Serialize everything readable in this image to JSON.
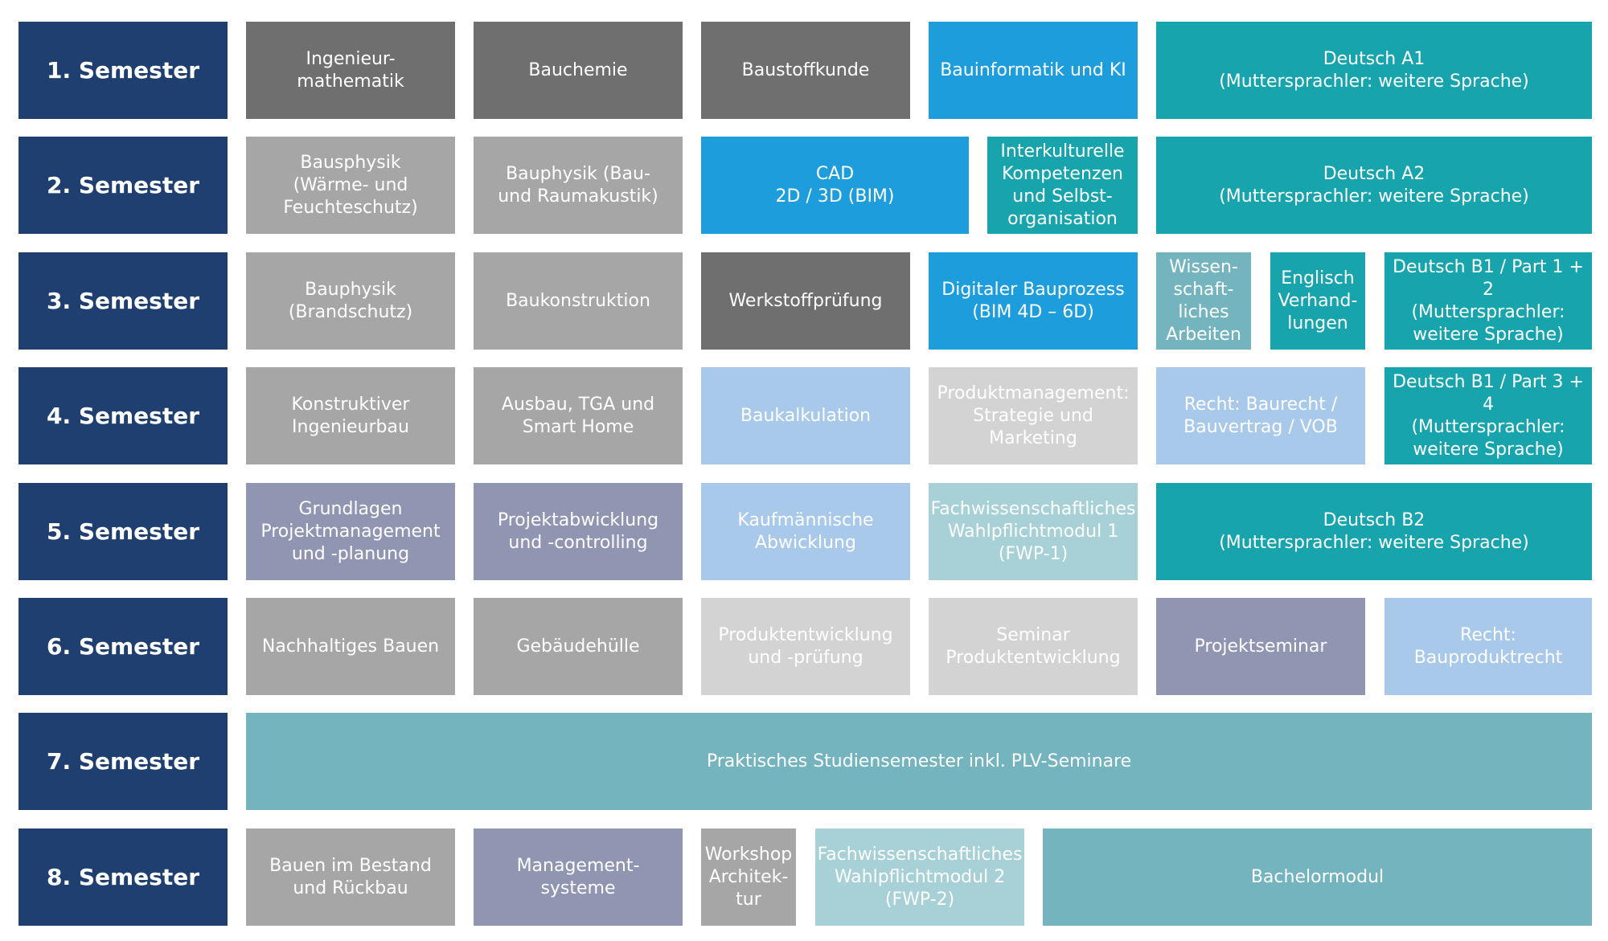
{
  "colors": {
    "semester": "#1e3f6f",
    "dark_gray": "#6f6f6f",
    "mid_gray": "#a6a6a6",
    "light_gray": "#d3d3d3",
    "blue": "#1d9ddc",
    "light_blue": "#a8c9ea",
    "teal": "#17a4ad",
    "pale_teal": "#a7d0d7",
    "grayish_teal": "#73b4be",
    "purple": "#9096b2",
    "soft_teal": "#6fb5bf"
  },
  "semesters": [
    "1. Semester",
    "2. Semester",
    "3. Semester",
    "4. Semester",
    "5. Semester",
    "6. Semester",
    "7. Semester",
    "8. Semester"
  ],
  "modules": {
    "r1": [
      "Ingenieur-\nmathematik",
      "Bauchemie",
      "Baustoffkunde",
      "Bauinformatik und KI",
      "Deutsch A1\n(Muttersprachler: weitere Sprache)"
    ],
    "r2": [
      "Bausphysik\n(Wärme- und\nFeuchteschutz)",
      "Bauphysik (Bau-\nund Raumakustik)",
      "CAD\n2D / 3D (BIM)",
      "Interkulturelle\nKompetenzen\nund Selbst-\norganisation",
      "Deutsch A2\n(Muttersprachler: weitere Sprache)"
    ],
    "r3": [
      "Bauphysik\n(Brandschutz)",
      "Baukonstruktion",
      "Werkstoffprüfung",
      "Digitaler Bauprozess\n(BIM 4D – 6D)",
      "Wissen-\nschaft-\nliches\nArbeiten",
      "Englisch\nVerhand-\nlungen",
      "Deutsch B1 / Part 1 + 2\n(Muttersprachler:\nweitere Sprache)"
    ],
    "r4": [
      "Konstruktiver\nIngenieurbau",
      "Ausbau, TGA und\nSmart Home",
      "Baukalkulation",
      "Produktmanagement:\nStrategie und\nMarketing",
      "Recht: Baurecht /\nBauvertrag / VOB",
      "Deutsch B1 / Part 3 + 4\n(Muttersprachler:\nweitere Sprache)"
    ],
    "r5": [
      "Grundlagen\nProjektmanagement\nund -planung",
      "Projektabwicklung\nund -controlling",
      "Kaufmännische\nAbwicklung",
      "Fachwissenschaftliches\nWahlpflichtmodul 1\n(FWP-1)",
      "Deutsch B2\n(Muttersprachler: weitere Sprache)"
    ],
    "r6": [
      "Nachhaltiges Bauen",
      "Gebäudehülle",
      "Produktentwicklung\nund -prüfung",
      "Seminar\nProduktentwicklung",
      "Projektseminar",
      "Recht:\nBauproduktrecht"
    ],
    "r7": [
      "Praktisches Studiensemester inkl. PLV-Seminare"
    ],
    "r8": [
      "Bauen im Bestand\nund Rückbau",
      "Management-\nsysteme",
      "Workshop\nArchitek-\ntur",
      "Fachwissenschaftliches\nWahlpflichtmodul 2\n(FWP-2)",
      "Bachelormodul"
    ]
  }
}
